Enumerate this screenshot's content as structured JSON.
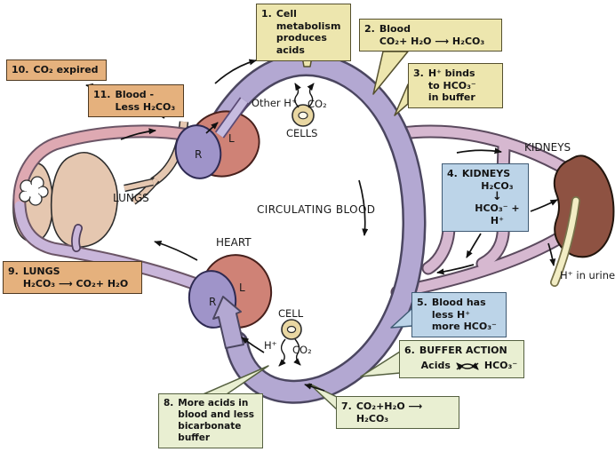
{
  "boxes": {
    "b1": {
      "num": "1.",
      "l1": "Cell metabolism",
      "l2": "produces acids"
    },
    "b2": {
      "num": "2.",
      "l1": "Blood",
      "l2": "CO₂+ H₂O ⟶ H₂CO₃"
    },
    "b3": {
      "num": "3.",
      "l1": "H⁺ binds",
      "l2": "to HCO₃⁻",
      "l3": "in buffer"
    },
    "b4": {
      "num": "4.",
      "l1": "KIDNEYS",
      "l2": "H₂CO₃",
      "l3": "↓",
      "l4": "HCO₃⁻ + H⁺"
    },
    "b5": {
      "num": "5.",
      "l1": "Blood has",
      "l2": "less H⁺",
      "l3": "more HCO₃⁻"
    },
    "b6": {
      "num": "6.",
      "l1": "BUFFER ACTION",
      "acids": "Acids",
      "bicarb": "HCO₃⁻"
    },
    "b7": {
      "num": "7.",
      "l1": "CO₂+H₂O ⟶ H₂CO₃"
    },
    "b8": {
      "num": "8.",
      "l1": "More acids in",
      "l2": "blood and less",
      "l3": "bicarbonate",
      "l4": "buffer"
    },
    "b9": {
      "num": "9.",
      "l1": "LUNGS",
      "l2": "H₂CO₃ ⟶ CO₂+ H₂O"
    },
    "b10": {
      "num": "10.",
      "l1": "CO₂ expired"
    },
    "b11": {
      "num": "11.",
      "l1": "Blood -",
      "l2": "Less H₂CO₃"
    }
  },
  "labels": {
    "lungs": "LUNGS",
    "heart": "HEART",
    "circulating_blood": "CIRCULATING BLOOD",
    "cells": "CELLS",
    "cell": "CELL",
    "kidneys": "KIDNEYS",
    "h_in_urine": "H⁺ in urine",
    "other_h": "Other H⁺",
    "co2_top": "CO₂",
    "h_bottom": "H⁺",
    "co2_bottom": "CO₂",
    "heart_top_r": "R",
    "heart_top_l": "L",
    "heart_bottom_r": "R",
    "heart_bottom_l": "L"
  },
  "colors": {
    "note_yellow": "#ede6ae",
    "note_tan": "#e5b17d",
    "note_blue": "#bcd4e8",
    "note_green": "#e9efd2",
    "blood_loop": "#b3a8d2",
    "artery_pink": "#dea9b2",
    "vein_lavender": "#c9b6da",
    "lung_tan": "#e5c7b0",
    "kidney_brown": "#8e5242",
    "heart_red": "#cf8276",
    "heart_purple": "#9f94c9",
    "cell_tan": "#e9d7a2",
    "urine_cream": "#f2edc4"
  }
}
